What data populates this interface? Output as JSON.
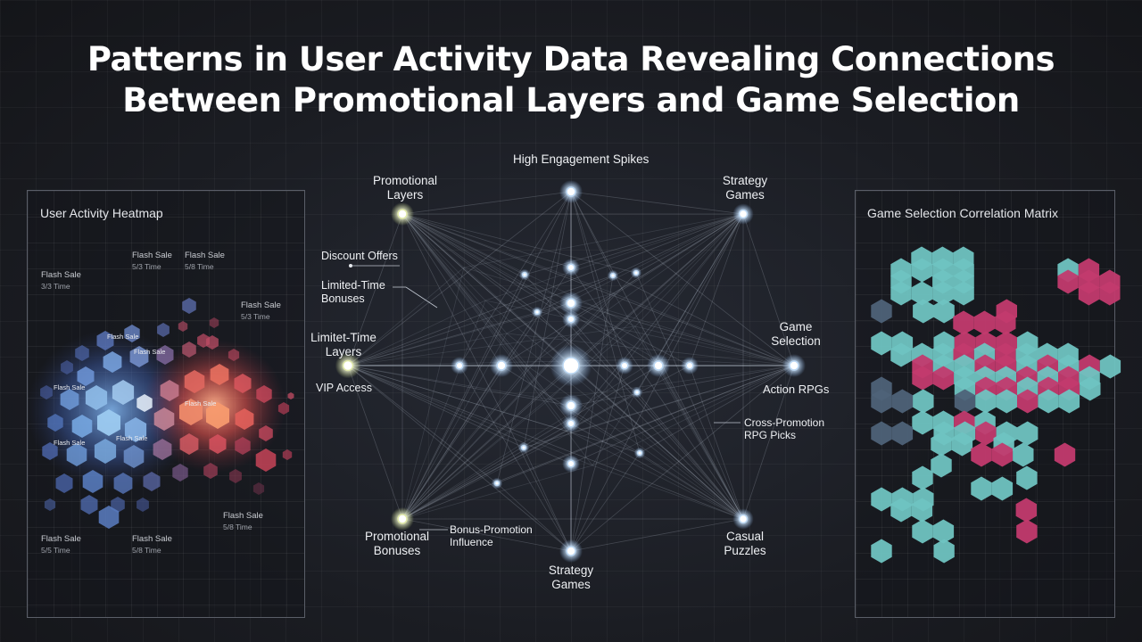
{
  "title": {
    "line1": "Patterns in User Activity Data Revealing Connections",
    "line2": "Between Promotional Layers and Game Selection"
  },
  "heatmap": {
    "title": "User Activity Heatmap",
    "labels": [
      {
        "name": "Flash Sale",
        "sub": "3/3 Time"
      },
      {
        "name": "Flash Sale",
        "sub": "5/3 Time"
      },
      {
        "name": "Flash Sale",
        "sub": "5/8 Time"
      },
      {
        "name": "Flash Sale",
        "sub": "5/3 Time"
      },
      {
        "name": "Flash Sale",
        "sub": "5/8 Time"
      },
      {
        "name": "Flash Sale",
        "sub": "5/5 Time"
      },
      {
        "name": "Flash Sale",
        "sub": "5/8 Time"
      }
    ],
    "inner_labels": [
      "Flash Sale",
      "Flash Sale",
      "Flash Sale",
      "Flash Sale",
      "Flash Sale",
      "Flash Sale"
    ]
  },
  "network": {
    "nodes": {
      "high_engagement": "High Engagement Spikes",
      "promotional_layers": "Promotional Layers",
      "strategy_games_top": "Strategy Games",
      "limited_time_layers": "Limitet-Time Layers",
      "game_selection": "Game Selection",
      "promotional_bonuses": "Promotional Bonuses",
      "strategy_games_bottom": "Strategy Games",
      "casual_puzzles": "Casual Puzzles"
    },
    "annotations": {
      "discount_offers": "Discount Offers",
      "limited_time_bonuses": "Limited-Time Bonuses",
      "vip_access": "VIP Access",
      "action_rpgs": "Action RPGs",
      "cross_promotion": "Cross-Promotion RPG Picks",
      "bonus_promotion": "Bonus-Promotion Influence"
    }
  },
  "matrix": {
    "title": "Game Selection Correlation Matrix",
    "colors": {
      "teal": "#6fc3c1",
      "pink": "#c23a6e",
      "slate": "#4e6278"
    }
  }
}
